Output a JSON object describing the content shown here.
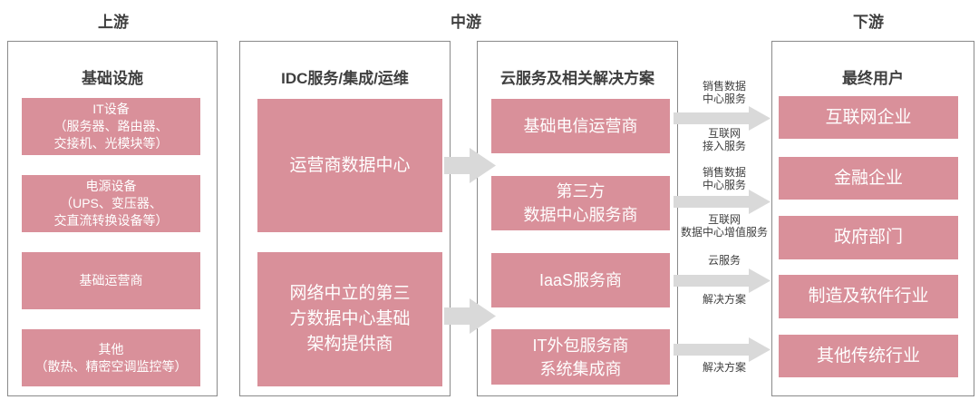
{
  "stages": [
    {
      "label": "上游"
    },
    {
      "label": "中游"
    },
    {
      "label": "下游"
    }
  ],
  "columns": [
    {
      "header": "基础设施",
      "boxes": [
        {
          "lines": [
            "IT设备",
            "（服务器、路由器、",
            "交接机、光模块等）"
          ]
        },
        {
          "lines": [
            "电源设备",
            "（UPS、变压器、",
            "交直流转换设备等）"
          ]
        },
        {
          "lines": [
            "基础运营商"
          ]
        },
        {
          "lines": [
            "其他",
            "（散热、精密空调监控等）"
          ]
        }
      ]
    },
    {
      "header": "IDC服务/集成/运维",
      "boxes": [
        {
          "lines": [
            "运营商数据中心"
          ]
        },
        {
          "lines": [
            "网络中立的第三",
            "方数据中心基础",
            "架构提供商"
          ]
        }
      ]
    },
    {
      "header": "云服务及相关解决方案",
      "boxes": [
        {
          "lines": [
            "基础电信运营商"
          ]
        },
        {
          "lines": [
            "第三方",
            "数据中心服务商"
          ]
        },
        {
          "lines": [
            "IaaS服务商"
          ]
        },
        {
          "lines": [
            "IT外包服务商",
            "系统集成商"
          ]
        }
      ]
    },
    {
      "header": "最终用户",
      "boxes": [
        {
          "lines": [
            "互联网企业"
          ]
        },
        {
          "lines": [
            "金融企业"
          ]
        },
        {
          "lines": [
            "政府部门"
          ]
        },
        {
          "lines": [
            "制造及软件行业"
          ]
        },
        {
          "lines": [
            "其他传统行业"
          ]
        }
      ]
    }
  ],
  "flow_labels": [
    {
      "above": [
        "销售数据",
        "中心服务"
      ],
      "below": [
        "互联网",
        "接入服务"
      ]
    },
    {
      "above": [
        "销售数据",
        "中心服务"
      ],
      "below": [
        "互联网",
        "数据中心增值服务"
      ]
    },
    {
      "above": [
        "云服务"
      ],
      "below": [
        "解决方案"
      ]
    },
    {
      "above": [],
      "below": [
        "解决方案"
      ]
    }
  ],
  "icons": {
    "mid_arrows": [
      "big-arrow-right-icon",
      "big-arrow-right-icon"
    ],
    "flow_arrows": [
      "flow-arrow-right-icon",
      "flow-arrow-right-icon",
      "flow-arrow-right-icon",
      "flow-arrow-right-icon"
    ]
  },
  "colors": {
    "box_fill": "#d9909a",
    "box_text": "#ffffff",
    "panel_border": "#8a8a8a",
    "arrow_fill": "#d9d9d9",
    "heading_text": "#3f3f3f",
    "label_text": "#3f3f3f"
  }
}
